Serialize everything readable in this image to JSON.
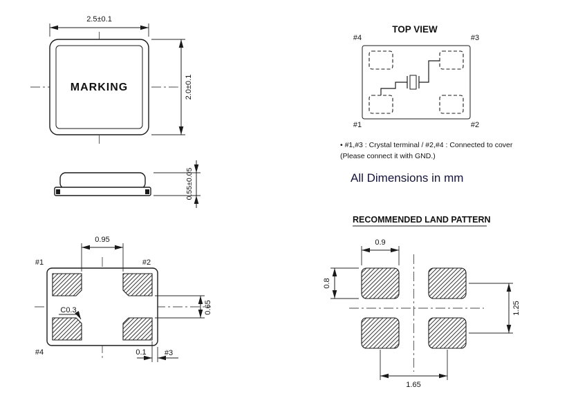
{
  "package_top_view": {
    "marking": "MARKING",
    "dim_width": "2.5±0.1",
    "dim_height": "2.0±0.1"
  },
  "side_view": {
    "dim_thickness": "0.55±0.05"
  },
  "bottom_view": {
    "pin_top_left": "#1",
    "pin_top_right": "#2",
    "pin_bottom_left": "#4",
    "pin_bottom_right": "#3",
    "dim_pad_span": "0.95",
    "dim_pad_gap": "0.65",
    "chamfer_note": "C0.3",
    "dim_edge_clearance": "0.1"
  },
  "top_view_schematic": {
    "title": "TOP VIEW",
    "pin_top_left": "#4",
    "pin_top_right": "#3",
    "pin_bottom_left": "#1",
    "pin_bottom_right": "#2"
  },
  "notes": {
    "terminal_note_line1": "• #1,#3 : Crystal terminal / #2,#4 : Connected to cover",
    "terminal_note_line2": "(Please connect it with GND.)",
    "units_note": "All Dimensions in mm"
  },
  "land_pattern": {
    "title": "RECOMMENDED LAND PATTERN",
    "dim_pad_width": "0.9",
    "dim_pad_height": "0.8",
    "dim_row_pitch": "1.25",
    "dim_column_pitch": "1.65"
  }
}
